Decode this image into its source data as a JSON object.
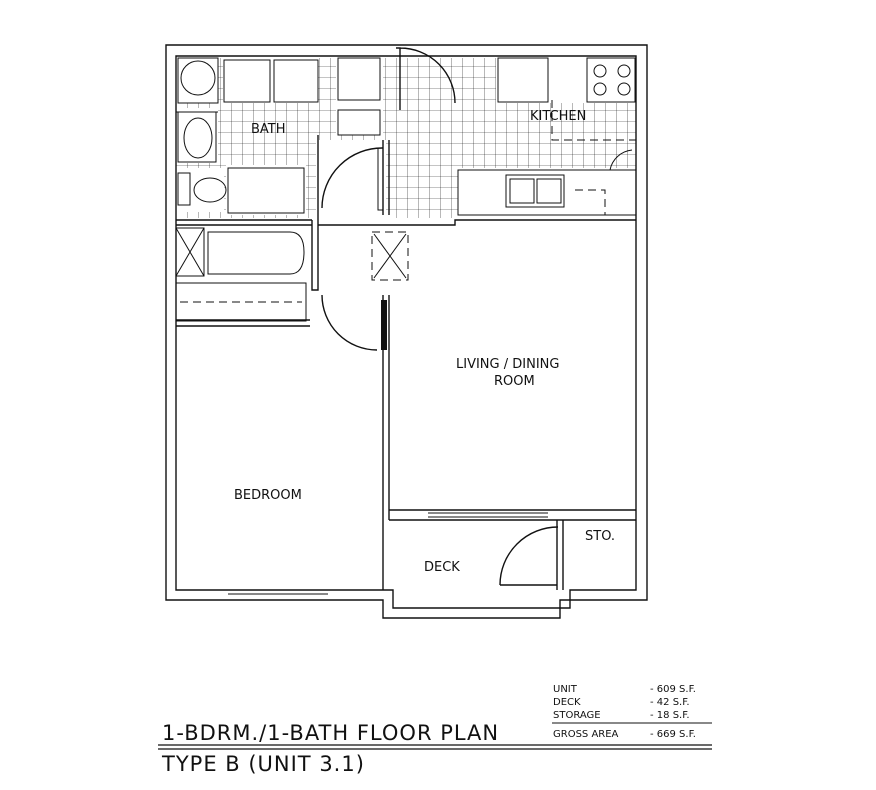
{
  "rooms": {
    "bath": "BATH",
    "kitchen": "KITCHEN",
    "living_line1": "LIVING / DINING",
    "living_line2": "ROOM",
    "bedroom": "BEDROOM",
    "deck": "DECK",
    "storage": "STO."
  },
  "title": {
    "main": "1-BDRM./1-BATH FLOOR PLAN",
    "sub": "TYPE B (UNIT 3.1)"
  },
  "area_table": {
    "rows": [
      {
        "label": "UNIT",
        "value": "- 609 S.F."
      },
      {
        "label": "DECK",
        "value": "- 42 S.F."
      },
      {
        "label": "STORAGE",
        "value": "- 18 S.F."
      }
    ],
    "total": {
      "label": "GROSS AREA",
      "value": "- 669 S.F."
    }
  }
}
